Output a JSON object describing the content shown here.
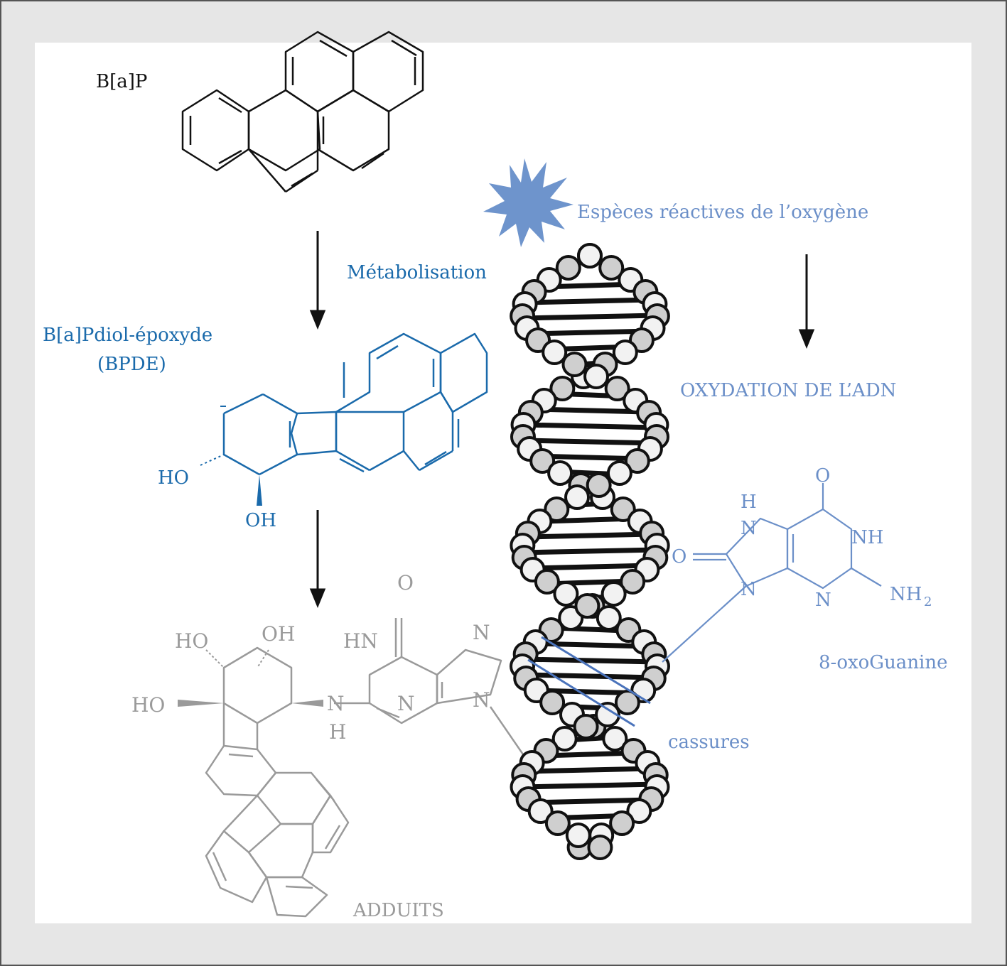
{
  "colors": {
    "background": "#e6e6e6",
    "panel": "#ffffff",
    "black": "#111111",
    "blue_dark": "#1a6aab",
    "blue_light": "#6b8fc8",
    "gray": "#9a9a9a",
    "star": "#6e94cc"
  },
  "labels": {
    "bap": "B[a]P",
    "metabolisation": "Métabolisation",
    "bpde_line1": "B[a]Pdiol-époxyde",
    "bpde_line2": "(BPDE)",
    "ros": "Espèces réactives de l’oxygène",
    "oxydation": "OXYDATION DE L’ADN",
    "oxoguanine": "8-oxoGuanine",
    "cassures": "cassures",
    "adduits": "ADDUITS"
  },
  "bpde_atoms": {
    "ho": "HO",
    "oh": "OH"
  },
  "oxog_atoms": {
    "o_top": "O",
    "h": "H",
    "nh_left": "N",
    "nh_right": "NH",
    "o_left": "O",
    "n9": "N",
    "n3": "N",
    "nh2": "NH",
    "nh2_sub": "2"
  },
  "adduct_atoms": {
    "ho1": "HO",
    "oh2": "OH",
    "ho3": "HO",
    "nh_link": "N",
    "h_link": "H",
    "o_top": "O",
    "hn": "HN",
    "n3": "N",
    "n7": "N",
    "n9": "N"
  },
  "icons": {
    "ros_star": "starburst-icon",
    "dna": "dna-helix-icon"
  }
}
